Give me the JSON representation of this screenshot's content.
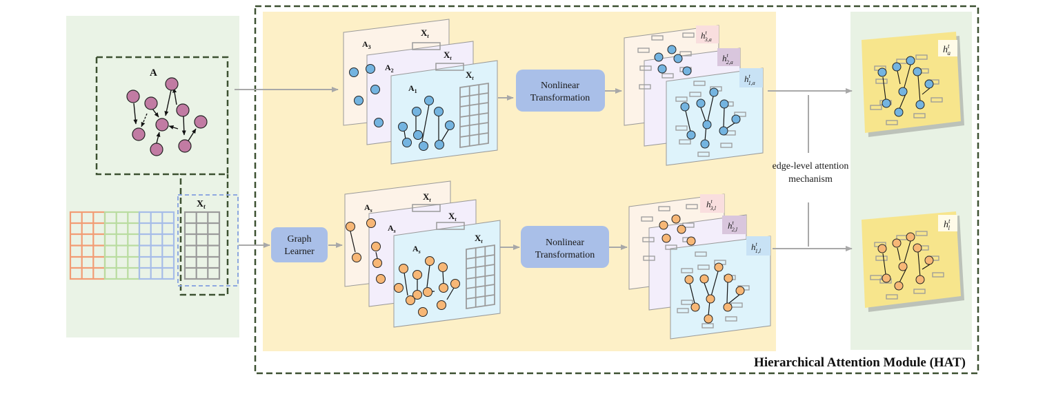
{
  "input": {
    "adjacency_label": "A",
    "feature_label_main": "X",
    "feature_label_sub": "t"
  },
  "module_title": "Hierarchical Attention Module (HAT)",
  "top_branch": {
    "adjacencies": [
      {
        "main": "A",
        "sub": "3"
      },
      {
        "main": "A",
        "sub": "2"
      },
      {
        "main": "A",
        "sub": "1"
      }
    ],
    "feature_main": "X",
    "feature_sub": "t",
    "transform_line1": "Nonlinear",
    "transform_line2": "Transformation",
    "outputs": [
      {
        "main": "h",
        "sup": "t",
        "sub": "3,a",
        "color": "#f9dede"
      },
      {
        "main": "h",
        "sup": "t",
        "sub": "2,a",
        "color": "#d9c6dd"
      },
      {
        "main": "h",
        "sup": "t",
        "sub": "1,a",
        "color": "#c8e2f5"
      }
    ],
    "fused": {
      "main": "h",
      "sup": "t",
      "sub": "a"
    }
  },
  "bottom_branch": {
    "learner_line1": "Graph",
    "learner_line2": "Learner",
    "adjacencies": [
      {
        "main": "A",
        "sub": "s"
      },
      {
        "main": "A",
        "sub": "s"
      },
      {
        "main": "A",
        "sub": "s"
      }
    ],
    "feature_main": "X",
    "feature_sub": "t",
    "transform_line1": "Nonlinear",
    "transform_line2": "Transformation",
    "outputs": [
      {
        "main": "h",
        "sup": "t",
        "sub": "3,l",
        "color": "#f9dede"
      },
      {
        "main": "h",
        "sup": "t",
        "sub": "2,l",
        "color": "#d9c6dd"
      },
      {
        "main": "h",
        "sup": "t",
        "sub": "1,l",
        "color": "#c8e2f5"
      }
    ],
    "fused": {
      "main": "h",
      "sup": "t",
      "sub": "l"
    }
  },
  "attention_line1": "edge-level attention",
  "attention_line2": "mechanism",
  "colors": {
    "input_panel": "#eaf3e6",
    "module_panel": "#fdf0c7",
    "output_panel": "#e8f2e4",
    "dashed_border": "#3c5030",
    "box_fill": "#a9bfe8",
    "purple_node": "#c17ba3",
    "blue_node": "#74b4e0",
    "orange_node": "#f7b776",
    "fused_card": "#f7e58c",
    "arrow": "#a8a8a8"
  }
}
